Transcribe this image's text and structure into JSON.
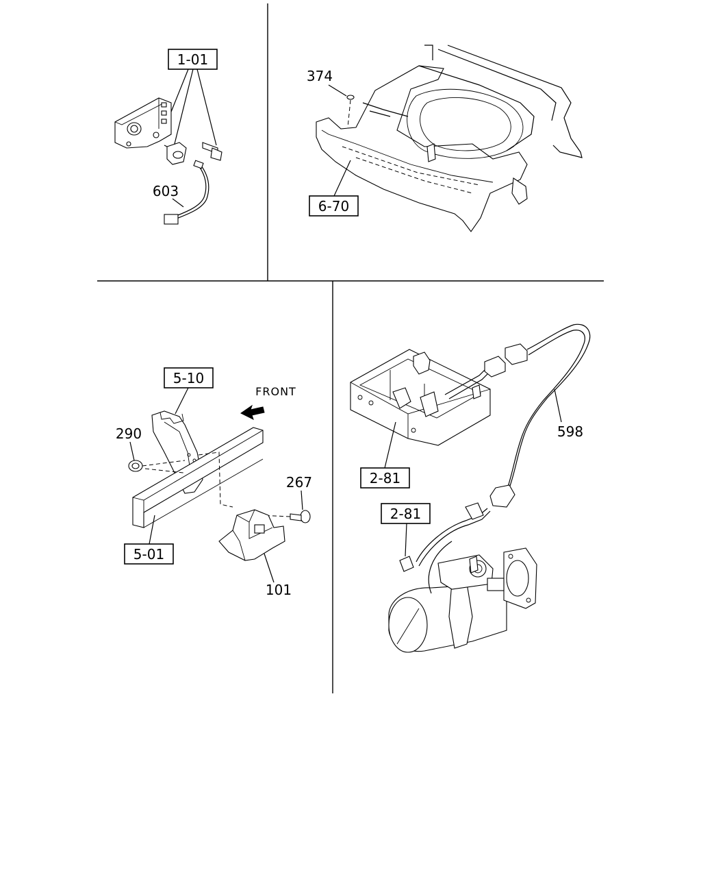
{
  "callouts": {
    "top_left": {
      "box": "1-01",
      "part": "603"
    },
    "top_right": {
      "part": "374",
      "box": "6-70"
    },
    "bottom_left": {
      "box_upper": "5-10",
      "direction": "FRONT",
      "nut": "290",
      "bolt": "267",
      "box_lower": "5-01",
      "bracket": "101"
    },
    "bottom_right": {
      "box_upper": "2-81",
      "harness": "598",
      "box_lower": "2-81"
    }
  },
  "icons": {
    "direction_arrow": "front-arrow-icon"
  }
}
